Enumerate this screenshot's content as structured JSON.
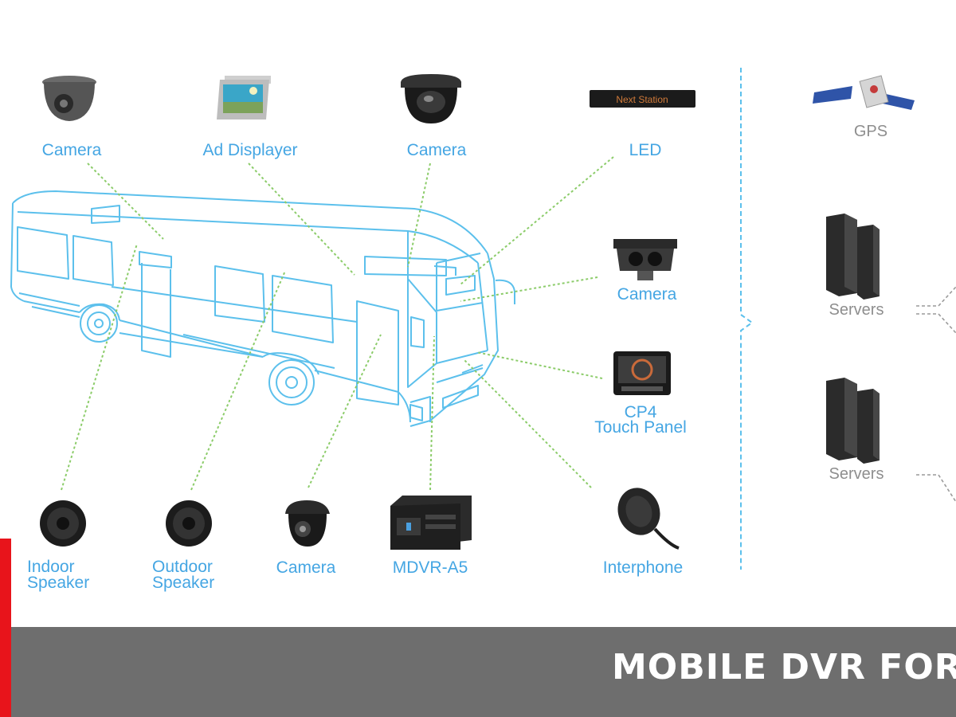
{
  "devices_top": {
    "camera_1": "Camera",
    "ad_displayer": "Ad Displayer",
    "camera_2": "Camera",
    "led": "LED",
    "led_screen_text": "Next Station"
  },
  "devices_right": {
    "camera_3": "Camera",
    "touch_panel_line1": "CP4",
    "touch_panel_line2": "Touch Panel",
    "interphone": "Interphone"
  },
  "devices_bottom": {
    "indoor_speaker_line1": "Indoor",
    "indoor_speaker_line2": "Speaker",
    "outdoor_speaker_line1": "Outdoor",
    "outdoor_speaker_line2": "Speaker",
    "camera_4": "Camera",
    "mdvr": "MDVR-A5"
  },
  "network": {
    "gps": "GPS",
    "servers_1": "Servers",
    "servers_2": "Servers"
  },
  "banner": {
    "title": "MOBILE DVR FOR V"
  },
  "colors": {
    "label_blue": "#45a6e3",
    "connector_green": "#8ccc6a",
    "bus_outline": "#5cc0ec",
    "banner_gray": "#6e6e6e",
    "accent_red": "#e8141b"
  }
}
